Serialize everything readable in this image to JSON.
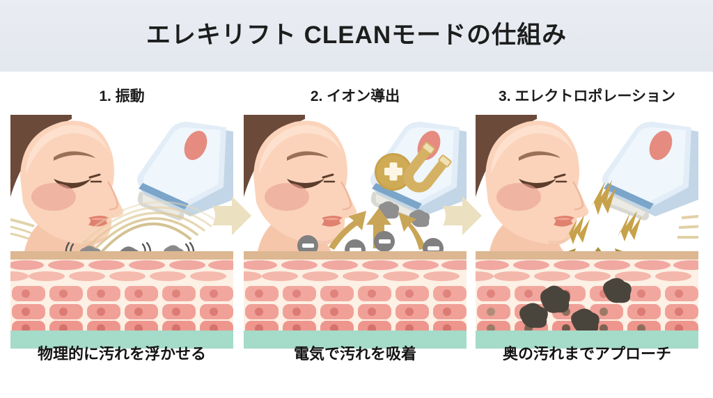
{
  "header": {
    "title": "エレキリフト CLEANモードの仕組み",
    "band_color": "#e7ebf1"
  },
  "steps": [
    {
      "id": "vibration",
      "heading": "1. 振動",
      "caption": "物理的に汚れを浮かせる",
      "illustration_name": "face-device-vibration-waves",
      "elements": {
        "device_label": "beauty-device",
        "effect": "concentric-vibration-waves",
        "dirt_state": "surface-dirt-loosened",
        "dirt_count": 3
      }
    },
    {
      "id": "ion-extraction",
      "heading": "2. イオン導出",
      "caption": "電気で汚れを吸着",
      "illustration_name": "face-device-positive-charge-magnet",
      "elements": {
        "device_label": "beauty-device",
        "badge_plus": "+",
        "badge_magnet": "magnet-icon",
        "ion_symbol": "−",
        "ion_count": 4,
        "arrow_count": 3,
        "dirt_state": "dirt-attracted-to-head",
        "dirt_count": 2
      }
    },
    {
      "id": "electroporation",
      "heading": "3. エレクトロポレーション",
      "caption": "奥の汚れまでアプローチ",
      "illustration_name": "face-device-electric-bolts-deep-dirt",
      "elements": {
        "device_label": "beauty-device",
        "effect": "electric-bolts",
        "bolt_count": 3,
        "arrow_count": 3,
        "dirt_state": "deep-dirt-extracted",
        "dirt_count": 5
      }
    }
  ],
  "connectors": [
    {
      "name": "arrow-step1-to-step2",
      "direction": "right"
    },
    {
      "name": "arrow-step2-to-step3",
      "direction": "right"
    }
  ],
  "palette": {
    "background": "#ffffff",
    "header_band": "#e7ebf1",
    "title_text": "#1d1d1d",
    "gold_accent": "#c8a955",
    "wave_gold": "#d9c58f",
    "skin_face": "#f8cdb4",
    "hair": "#6b4a3a",
    "cheek_blush": "#e8a899",
    "lips": "#e08a78",
    "device_body": "#dfeaf5",
    "device_accent_blue": "#8fb4d4",
    "device_button": "#e8897f",
    "skin_epidermis": "#dbb48f",
    "skin_cell": "#f2a9a0",
    "skin_nucleus": "#e0837c",
    "skin_base_green": "#a5dbc9",
    "dirt_light": "#8a8a8a",
    "dirt_dark": "#4a453c",
    "connector_arrow": "#eadfbe"
  }
}
